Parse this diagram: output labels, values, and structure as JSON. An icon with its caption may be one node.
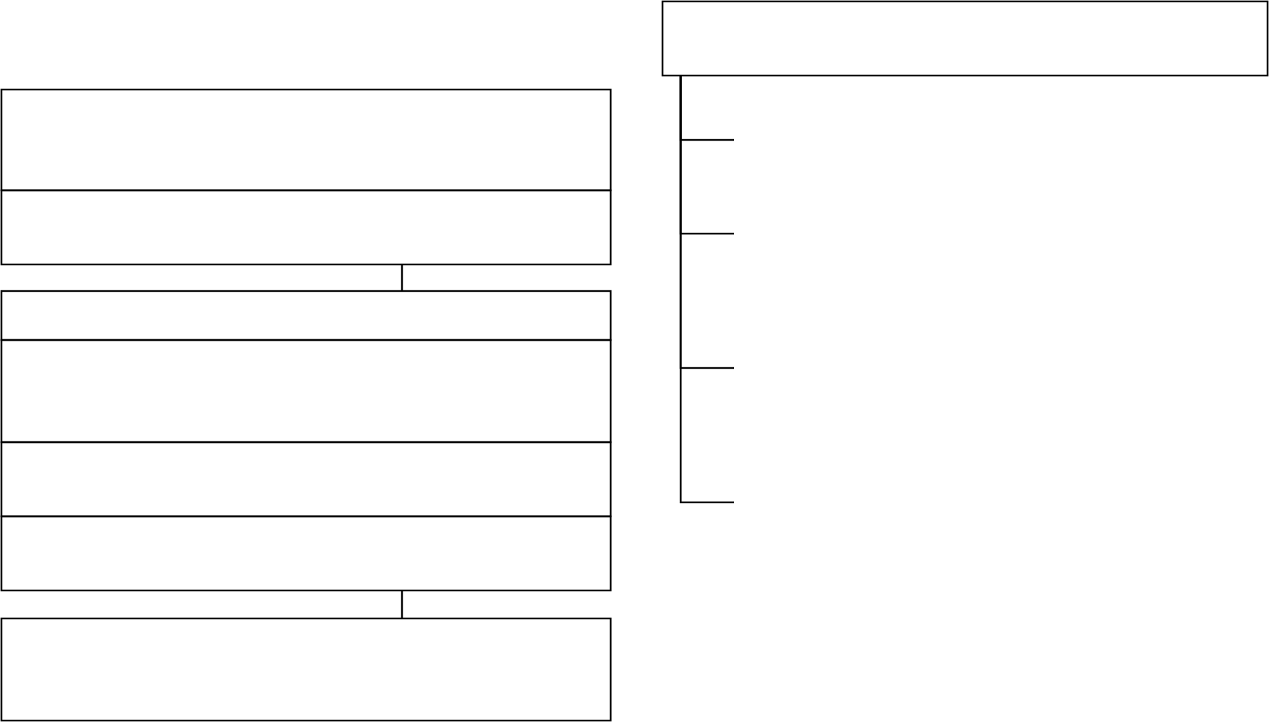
{
  "diagram": {
    "nodes": [
      {
        "text": [],
        "shape": "box"
      },
      {
        "text": [],
        "shape": "box"
      },
      {
        "text": [],
        "shape": "box"
      },
      {
        "text": [],
        "shape": "box"
      },
      {
        "text": [],
        "shape": "box"
      },
      {
        "text": [],
        "shape": "box"
      },
      {
        "text": [],
        "shape": "box"
      },
      {
        "text": [],
        "shape": "box"
      }
    ],
    "edges": [
      {
        "from": 1,
        "to": 2,
        "arrow": "none"
      },
      {
        "from": 5,
        "to": 6,
        "arrow": "none"
      },
      {
        "from": 7,
        "to": null,
        "arrow": "none"
      },
      {
        "from": 7,
        "to": null,
        "arrow": "none"
      },
      {
        "from": 7,
        "to": null,
        "arrow": "none"
      },
      {
        "from": 7,
        "to": null,
        "arrow": "none"
      }
    ]
  }
}
